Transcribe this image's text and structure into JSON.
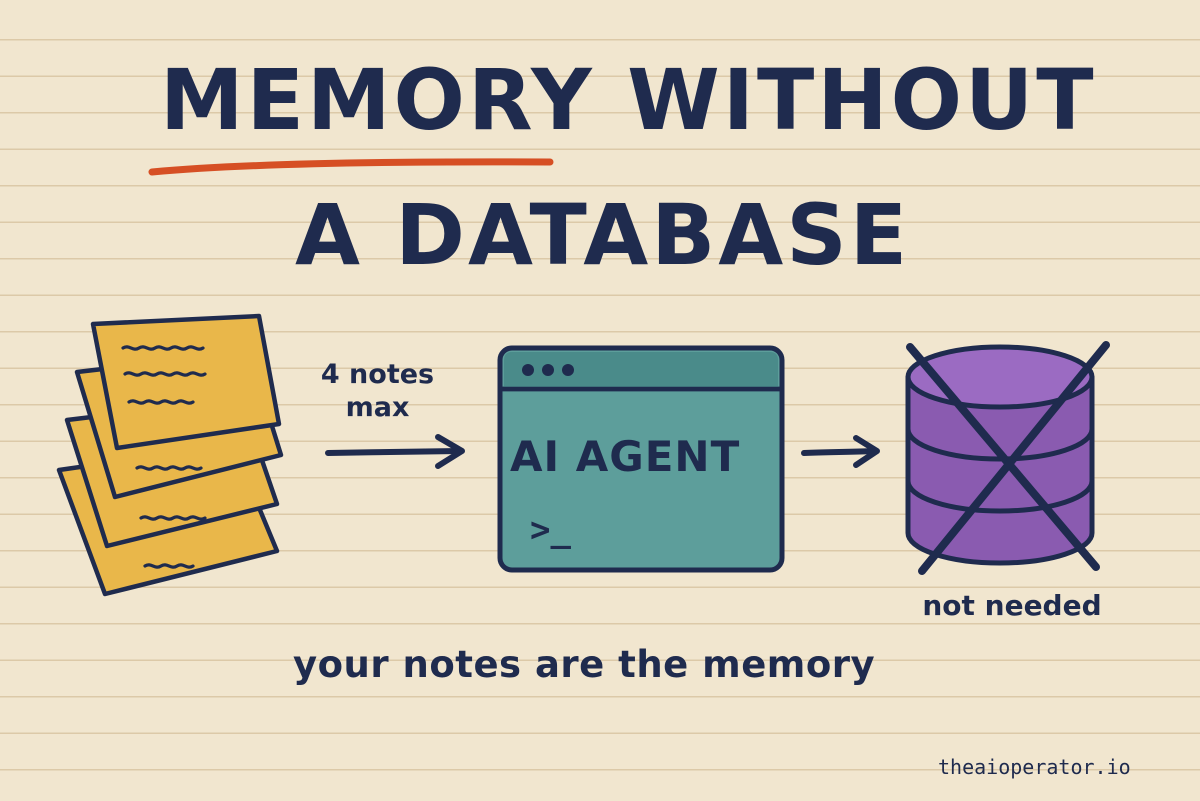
{
  "title": {
    "line1_word1": "MEMORY",
    "line1_word2": "WITHOUT",
    "line2": "A DATABASE"
  },
  "notes_label": {
    "line1": "4 notes",
    "line2": "max"
  },
  "agent": {
    "label": "AI AGENT",
    "prompt": ">_"
  },
  "database": {
    "label": "not needed"
  },
  "caption": "your notes are the memory",
  "footer": "theaioperator.io",
  "icons": [
    "sticky-notes-stack",
    "arrow-right",
    "terminal-window",
    "database-crossed"
  ],
  "colors": {
    "ink": "#1f2b4e",
    "underline": "#d64f24",
    "notes": "#e9b74a",
    "terminal": "#5d9e9b",
    "terminal_bar": "#4a8b8a",
    "database": "#8a5bb0",
    "paper": "#f1e6cf"
  }
}
